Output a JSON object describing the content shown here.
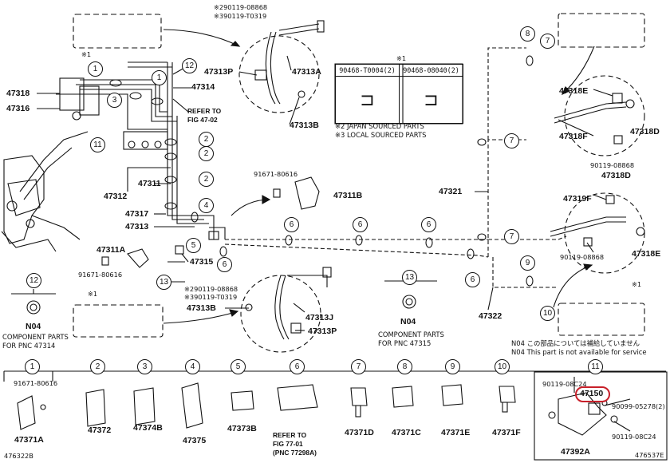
{
  "diagram": {
    "parts": {
      "p47318": "47318",
      "p47316": "47316",
      "p47314": "47314",
      "p47313P_top": "47313P",
      "p47313A": "47313A",
      "p47313B_top": "47313B",
      "p47312": "47312",
      "p47311": "47311",
      "p47317": "47317",
      "p47313": "47313",
      "p47311A": "47311A",
      "p47315": "47315",
      "p47311B": "47311B",
      "p47321": "47321",
      "p47322": "47322",
      "p47318E_top": "47318E",
      "p47318D_r": "47318D",
      "p47318F": "47318F",
      "p47318D_mid": "47318D",
      "p47319F": "47319F",
      "p47318E_bot": "47318E",
      "p47313J": "47313J",
      "p47313B_bot": "47313B",
      "p47313P_bot": "47313P",
      "pN04a": "N04",
      "pN04b": "N04"
    },
    "refs": {
      "r1": "※290119-08868",
      "r2": "※390119-T0319",
      "r3": "91671-80616",
      "r4": "91671-80616",
      "r5": "※290119-08868",
      "r6": "※390119-T0319",
      "r7": "90119-08868",
      "r8": "90119-08868"
    },
    "star1_a": "※1",
    "star1_b": "※1",
    "star1_c": "※1",
    "star1_table": "※1",
    "refer_top": "REFER TO\nFIG 47-02",
    "table": {
      "col1": "90468-T0004(2)",
      "col2": "90468-08040(2)"
    },
    "notes": {
      "japan": "※2 JAPAN SOURCED PARTS",
      "local": "※3 LOCAL SOURCED PARTS"
    },
    "component_a": "COMPONENT PARTS\nFOR PNC 47314",
    "component_b": "COMPONENT PARTS\nFOR PNC 47315",
    "n04_jp": "N04 この部品については補給していません",
    "n04_en": "N04 This part is not available for service",
    "callouts": {
      "c1": "1",
      "c2": "2",
      "c3": "3",
      "c4": "4",
      "c5": "5",
      "c6": "6",
      "c7": "7",
      "c8": "8",
      "c9": "9",
      "c10": "10",
      "c11": "11",
      "c12": "12",
      "c13": "13"
    },
    "bottom": {
      "b1_num": "1",
      "b1_ref": "91671-80616",
      "b1_part": "47371A",
      "b2_num": "2",
      "b2_part": "47372",
      "b3_num": "3",
      "b3_part": "47374B",
      "b4_num": "4",
      "b4_part": "47375",
      "b5_num": "5",
      "b5_part": "47373B",
      "b6_num": "6",
      "b6_ref": "REFER TO\nFIG 77-01\n(PNC 77298A)",
      "b7_num": "7",
      "b7_part": "47371D",
      "b8_num": "8",
      "b8_part": "47371C",
      "b9_num": "9",
      "b9_part": "47371E",
      "b10_num": "10",
      "b10_part": "47371F",
      "b11_num": "11",
      "b11_ref1": "90119-08C24",
      "b11_hl": "47150",
      "b11_ref2": "90099-05278(2)",
      "b11_ref3": "90119-08C24",
      "b11_part": "47392A"
    },
    "codes": {
      "left": "476322B",
      "right": "476537E"
    },
    "highlight_color": "#c8202a"
  }
}
